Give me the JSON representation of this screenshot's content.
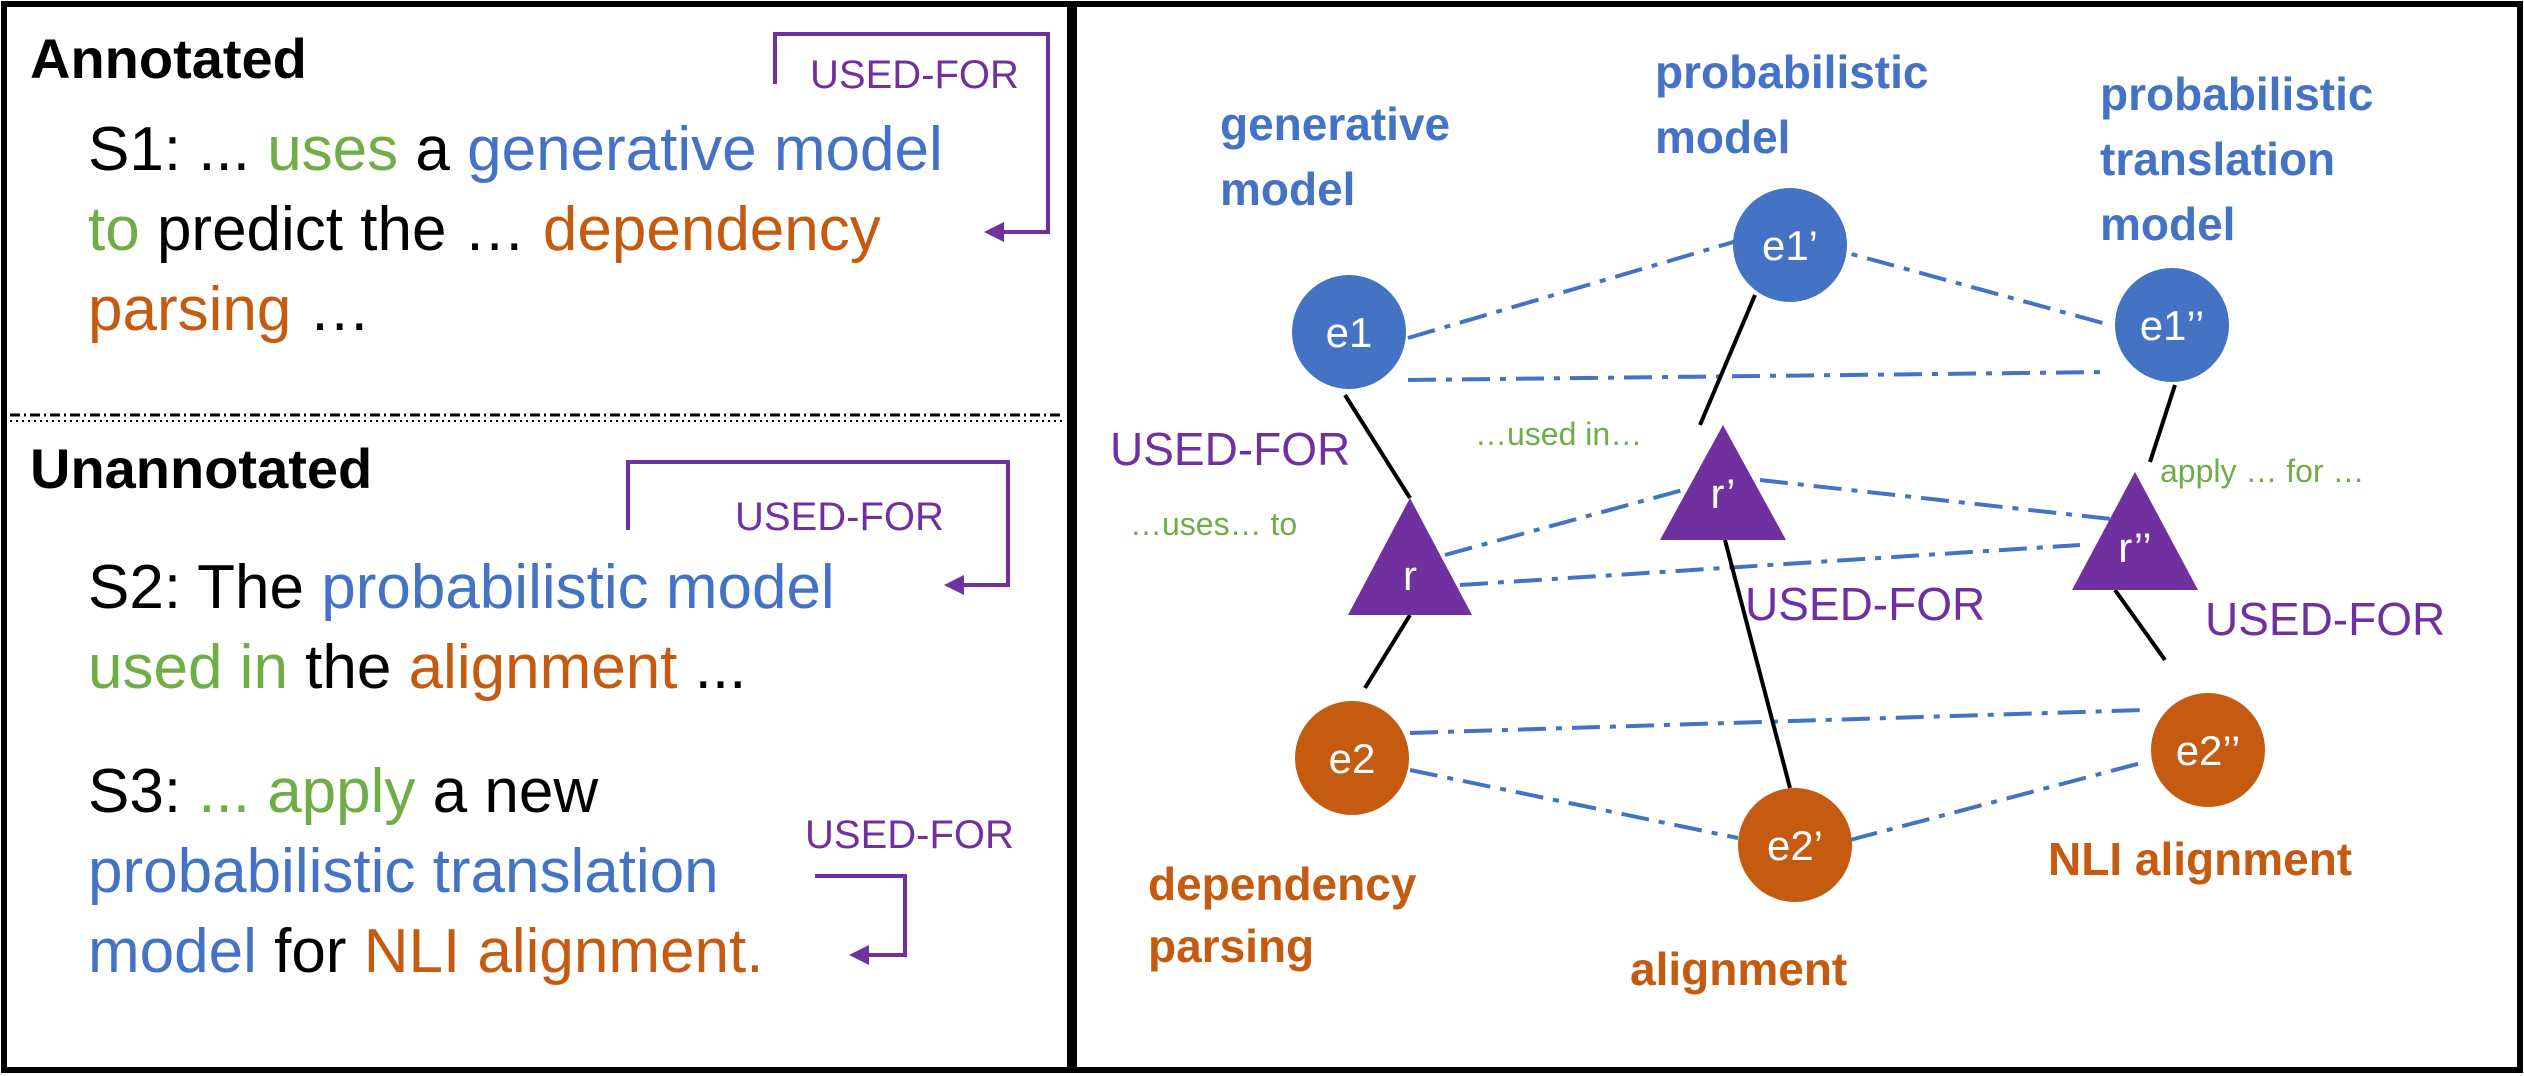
{
  "colors": {
    "entity_blue": "#4472C4",
    "entity_orange": "#C55A11",
    "relation_purple": "#7030A0",
    "cue_green": "#70AD47",
    "text": "#000000",
    "node_blue": "#4472C4",
    "node_orange": "#C55A11",
    "node_purple": "#7030A0"
  },
  "left": {
    "annotated_heading": "Annotated",
    "unannotated_heading": "Unannotated",
    "s1": {
      "marker": "S1: ... ",
      "cue_1": "uses",
      "t1": " a ",
      "entity_1": "generative model",
      "cue_2": "to",
      "t2": " predict the … ",
      "entity_2a": "dependency",
      "entity_2b": "parsing",
      "t3": " …",
      "relation": "USED-FOR"
    },
    "s2": {
      "marker": "S2: The ",
      "entity_1": "probabilistic model",
      "cue": "used in",
      "t1": " the ",
      "entity_2": "alignment",
      "t2": " ...",
      "relation": "USED-FOR"
    },
    "s3": {
      "marker": "S3: ",
      "cue_a": "... apply",
      "t1": " a new",
      "entity_1a": "probabilistic translation",
      "entity_1b": "model",
      "t2": " for ",
      "entity_2": "NLI alignment.",
      "relation": "USED-FOR"
    }
  },
  "right": {
    "nodes": {
      "e1": "e1",
      "e1p": "e1’",
      "e1pp": "e1’’",
      "r": "r",
      "rp": "r’",
      "rpp": "r’’",
      "e2": "e2",
      "e2p": "e2’",
      "e2pp": "e2’’"
    },
    "entity_labels": {
      "e1": [
        "generative",
        "model"
      ],
      "e1p": [
        "probabilistic",
        "model"
      ],
      "e1pp": [
        "probabilistic",
        "translation",
        "model"
      ],
      "e2": [
        "dependency",
        "parsing"
      ],
      "e2p": [
        "alignment"
      ],
      "e2pp": [
        "NLI alignment"
      ]
    },
    "relation_labels": {
      "r": "USED-FOR",
      "rp": "USED-FOR",
      "rpp": "USED-FOR"
    },
    "cue_labels": {
      "r": "…uses… to",
      "rp": "…used in…",
      "rpp": "apply … for …"
    }
  }
}
